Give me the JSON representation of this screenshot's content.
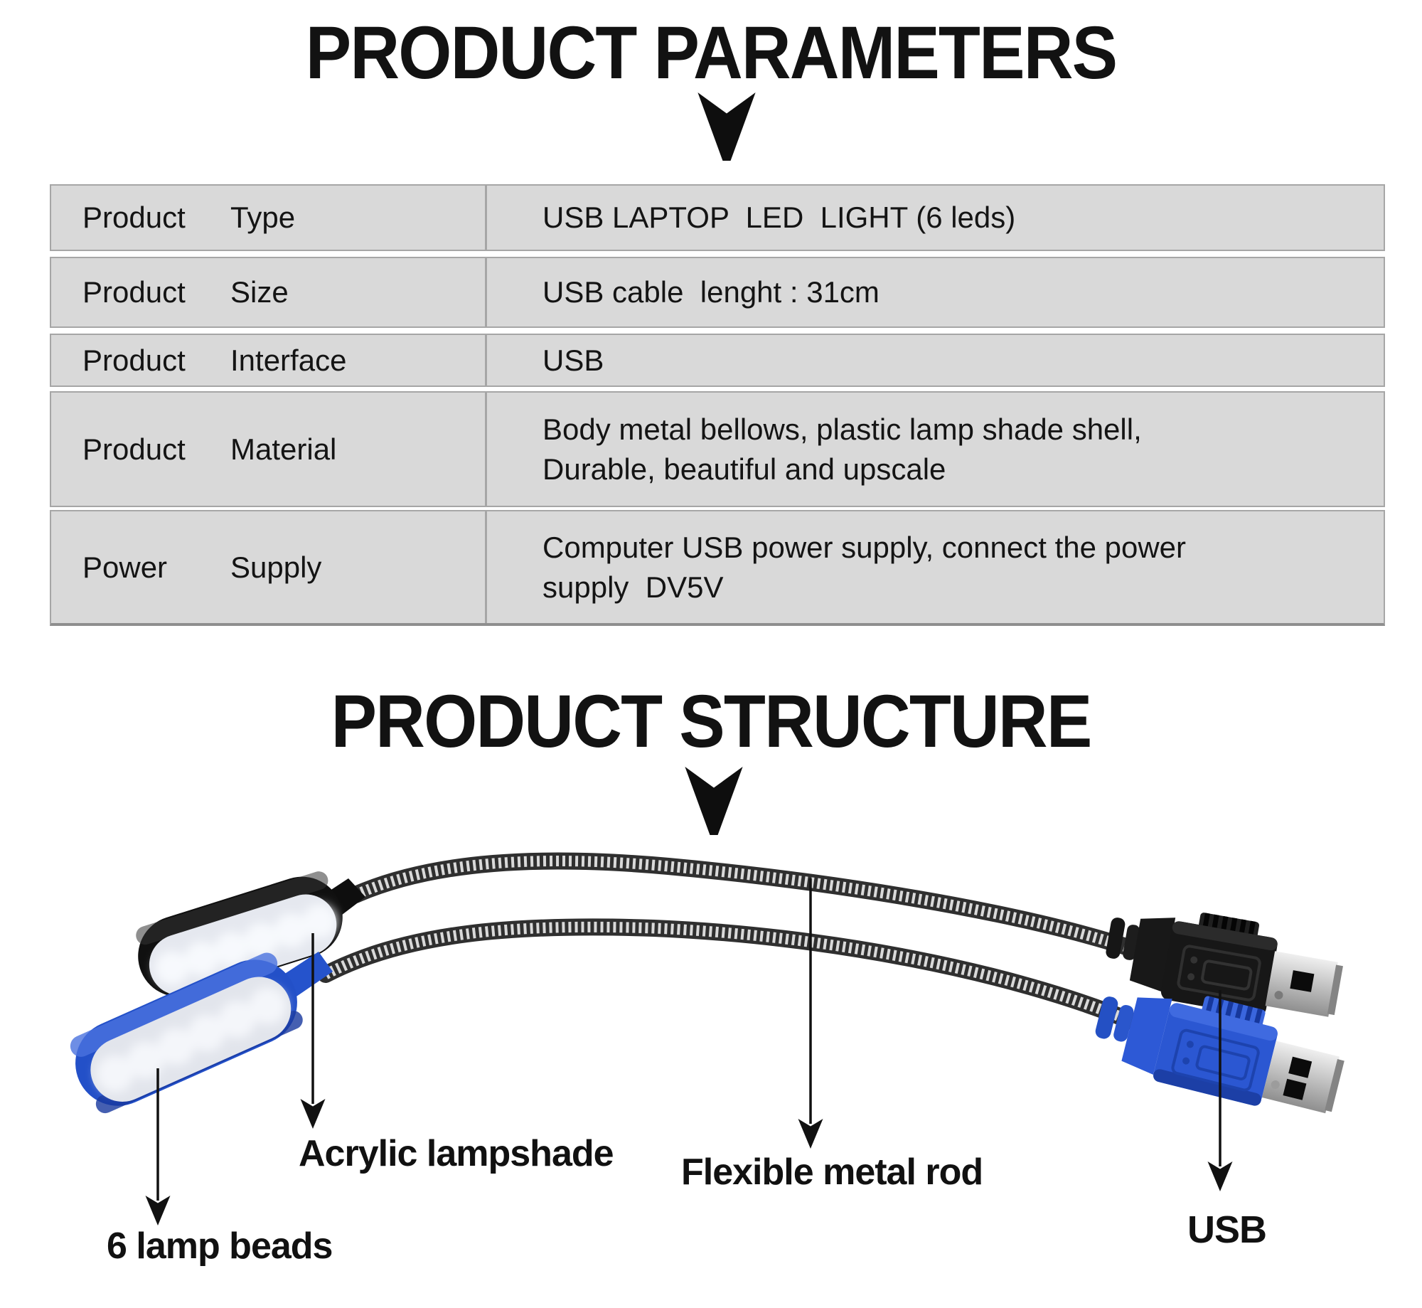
{
  "parameters": {
    "title": "PRODUCT PARAMETERS",
    "table": {
      "rows": [
        {
          "label": [
            "Product",
            "Type"
          ],
          "value": "USB LAPTOP  LED  LIGHT (6 leds)"
        },
        {
          "label": [
            "Product",
            "Size"
          ],
          "value": "USB cable  lenght : 31cm"
        },
        {
          "label": [
            "Product",
            "Interface"
          ],
          "value": "USB"
        },
        {
          "label": [
            "Product",
            "Material"
          ],
          "value": "Body metal bellows, plastic lamp shade shell,\nDurable, beautiful and upscale"
        },
        {
          "label": [
            "Power",
            "Supply"
          ],
          "value": "Computer USB power supply, connect the power\nsupply  DV5V"
        }
      ]
    }
  },
  "structure": {
    "title": "PRODUCT STRUCTURE",
    "callouts": {
      "lamp_beads": "6 lamp beads",
      "lampshade": "Acrylic lampshade",
      "metal_rod": "Flexible metal rod",
      "usb": "USB"
    }
  },
  "icons": {
    "down_arrow": "▼"
  },
  "colors": {
    "cell_bg": "#d9d9d9",
    "cell_border": "#a6a6a6",
    "text": "#141414",
    "lamp_blue": "#2453c8",
    "lamp_black": "#121212",
    "shade_white": "#e5e8ef",
    "rod_dark": "#2f2f2f",
    "rod_light": "#d9d9d9",
    "plug_silver": "#bfbfbf"
  }
}
